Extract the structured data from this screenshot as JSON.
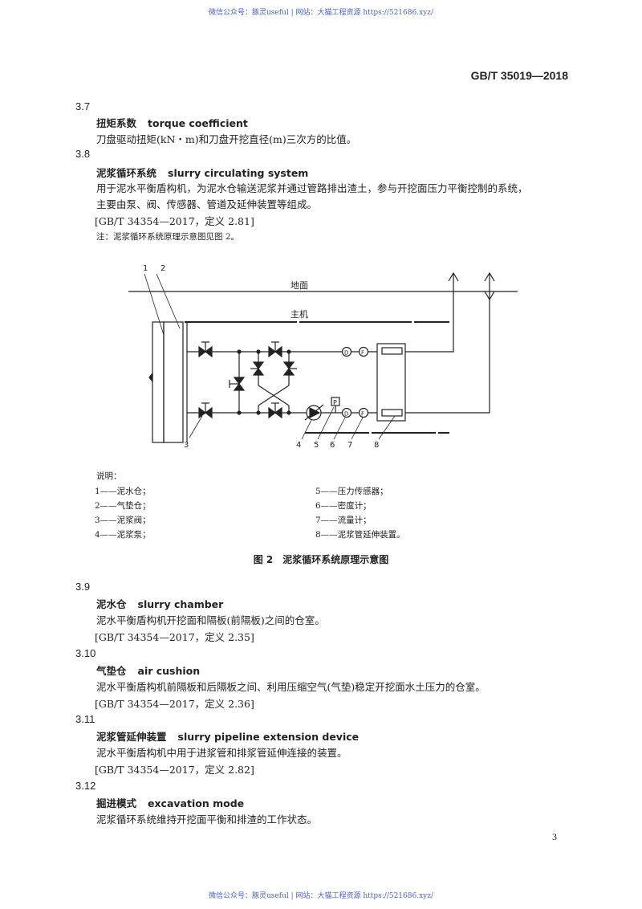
{
  "watermark": {
    "top": "微信公众号：豚灵useful | 网站：大猫工程资源 https://521686.xyz/",
    "bottom": "微信公众号：豚灵useful | 网站：大猫工程资源 https://521686.xyz/"
  },
  "header": {
    "standard_no": "GB/T 35019—2018"
  },
  "sections": {
    "s37": {
      "number": "3.7",
      "term_cn": "扭矩系数",
      "term_en": "torque coefficient",
      "definition": "刀盘驱动扭矩(kN・m)和刀盘开挖直径(m)三次方的比值。"
    },
    "s38": {
      "number": "3.8",
      "term_cn": "泥浆循环系统",
      "term_en": "slurry circulating system",
      "definition_line1": "用于泥水平衡盾构机，为泥水仓输送泥浆并通过管路排出渣土，参与开挖面压力平衡控制的系统，",
      "definition_line2": "主要由泵、阀、传感器、管道及延伸装置等组成。",
      "reference": "[GB/T 34354—2017，定义 2.81]",
      "note": "注：泥浆循环系统原理示意图见图 2。"
    },
    "s39": {
      "number": "3.9",
      "term_cn": "泥水仓",
      "term_en": "slurry chamber",
      "definition": "泥水平衡盾构机开挖面和隔板(前隔板)之间的仓室。",
      "reference": "[GB/T 34354—2017，定义 2.35]"
    },
    "s310": {
      "number": "3.10",
      "term_cn": "气垫仓",
      "term_en": "air cushion",
      "definition": "泥水平衡盾构机前隔板和后隔板之间、利用压缩空气(气垫)稳定开挖面水土压力的仓室。",
      "reference": "[GB/T 34354—2017，定义 2.36]"
    },
    "s311": {
      "number": "3.11",
      "term_cn": "泥浆管延伸装置",
      "term_en": "slurry pipeline extension device",
      "definition": "泥水平衡盾构机中用于进浆管和排浆管延伸连接的装置。",
      "reference": "[GB/T 34354—2017，定义 2.82]"
    },
    "s312": {
      "number": "3.12",
      "term_cn": "掘进模式",
      "term_en": "excavation mode",
      "definition": "泥浆循环系统维持开挖面平衡和排渣的工作状态。"
    }
  },
  "figure": {
    "label_ground": "地面",
    "label_main": "主机",
    "gauge_p": "P",
    "gauge_d": "D",
    "gauge_f": "F",
    "callouts": [
      "1",
      "2",
      "3",
      "4",
      "5",
      "6",
      "7",
      "8"
    ],
    "legend_title": "说明：",
    "legend_left": [
      "1——泥水仓；",
      "2——气垫仓；",
      "3——泥浆阀；",
      "4——泥浆泵；"
    ],
    "legend_right": [
      "5——压力传感器；",
      "6——密度计；",
      "7——流量计；",
      "8——泥浆管延伸装置。"
    ],
    "caption": "图 2　泥浆循环系统原理示意图"
  },
  "page_number": "3"
}
